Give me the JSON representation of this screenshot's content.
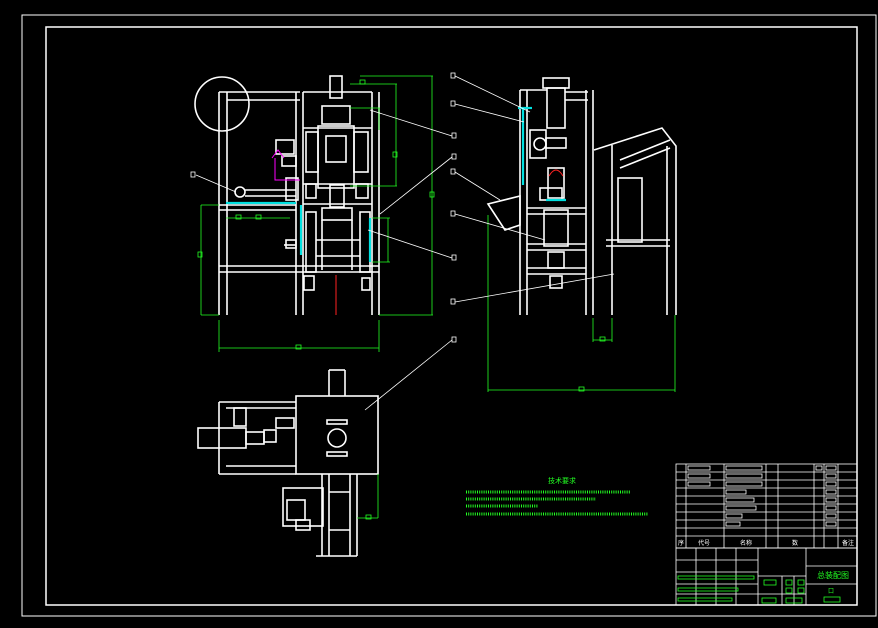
{
  "colors": {
    "background": "#000000",
    "linework": "#ffffff",
    "dimension": "#22ff22",
    "highlight": "#00e0e0",
    "accent": "#ff00ff",
    "marker": "#ff2222"
  },
  "drawing": {
    "notes_title": "技术要求",
    "title_block": {
      "drawing_name": "总装配图",
      "header_cols": [
        "序",
        "代号",
        "名称",
        "数",
        "备注"
      ],
      "small_mark": "口"
    }
  }
}
